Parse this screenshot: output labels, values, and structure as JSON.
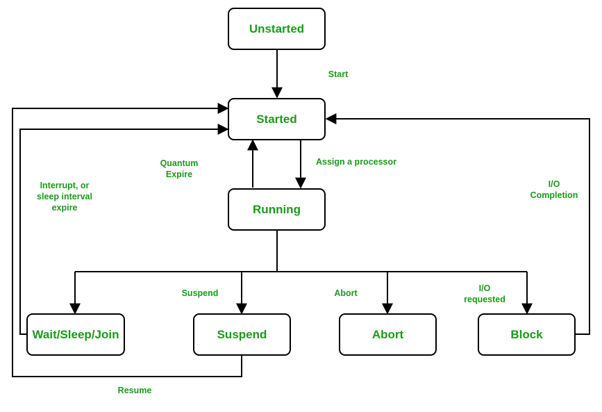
{
  "nodes": {
    "unstarted": "Unstarted",
    "started": "Started",
    "running": "Running",
    "wait": "Wait/Sleep/Join",
    "suspend": "Suspend",
    "abort": "Abort",
    "block": "Block"
  },
  "labels": {
    "start": "Start",
    "quantum_line1": "Quantum",
    "quantum_line2": "Expire",
    "assign": "Assign a processor",
    "interrupt_line1": "Interrupt, or",
    "interrupt_line2": "sleep interval",
    "interrupt_line3": "expire",
    "io_completion_line1": "I/O",
    "io_completion_line2": "Completion",
    "suspend": "Suspend",
    "abort": "Abort",
    "io_requested_line1": "I/O",
    "io_requested_line2": "requested",
    "resume": "Resume"
  }
}
